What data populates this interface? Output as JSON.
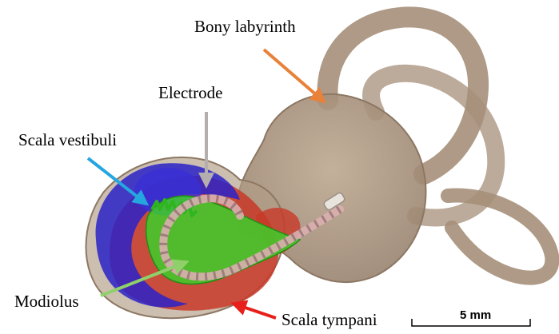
{
  "labels": {
    "bony_labyrinth": "Bony labyrinth",
    "electrode": "Electrode",
    "scala_vestibuli": "Scala vestibuli",
    "modiolus": "Modiolus",
    "scala_tympani": "Scala tympani"
  },
  "scale_bar": {
    "text": "5 mm"
  },
  "colors": {
    "bony_labyrinth": "#a58f79",
    "scala_vestibuli": "#2a22c8",
    "scala_tympani": "#c83828",
    "modiolus": "#3ccf2a",
    "electrode": "#d9b0b0",
    "arrow_bony": "#e8823a",
    "arrow_electrode": "#b5aeae",
    "arrow_vestibuli": "#25a6df",
    "arrow_modiolus": "#8fd06a",
    "arrow_tympani": "#e8201c"
  }
}
